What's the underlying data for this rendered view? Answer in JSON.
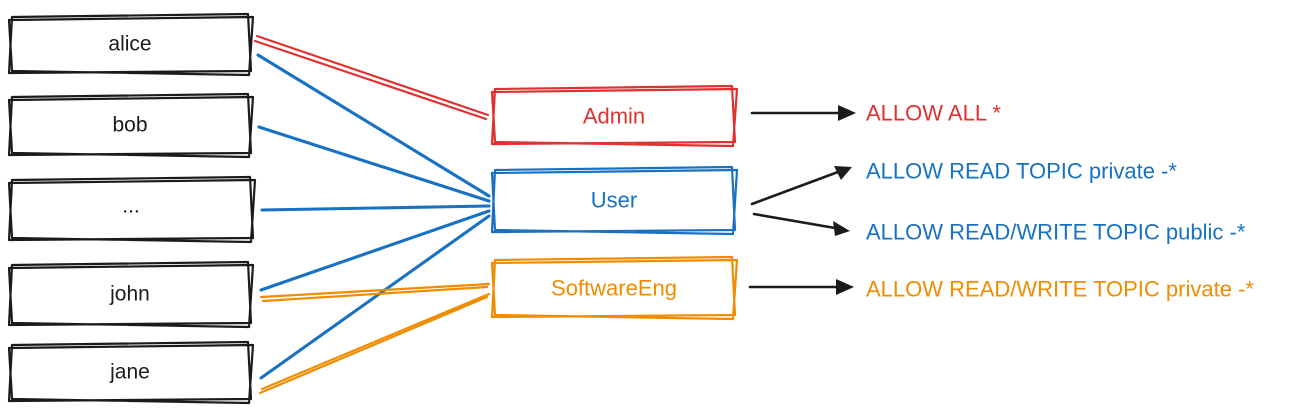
{
  "colors": {
    "ink": "#1b1b1b",
    "red": "#e03131",
    "blue": "#1971c2",
    "orange": "#f08c00",
    "background": "#ffffff"
  },
  "users": [
    {
      "label": "alice"
    },
    {
      "label": "bob"
    },
    {
      "label": "..."
    },
    {
      "label": "john"
    },
    {
      "label": "jane"
    }
  ],
  "roles": [
    {
      "label": "Admin",
      "color": "#e03131"
    },
    {
      "label": "User",
      "color": "#1971c2"
    },
    {
      "label": "SoftwareEng",
      "color": "#f08c00"
    }
  ],
  "permissions": [
    {
      "label": "ALLOW ALL *",
      "color": "#e03131"
    },
    {
      "label": "ALLOW READ TOPIC private -*",
      "color": "#1971c2"
    },
    {
      "label": "ALLOW READ/WRITE TOPIC public -*",
      "color": "#1971c2"
    },
    {
      "label": "ALLOW READ/WRITE TOPIC private -*",
      "color": "#f08c00"
    }
  ],
  "mappings": {
    "user_roles": [
      {
        "user": "alice",
        "role": "Admin"
      },
      {
        "user": "alice",
        "role": "User"
      },
      {
        "user": "bob",
        "role": "User"
      },
      {
        "user": "...",
        "role": "User"
      },
      {
        "user": "john",
        "role": "User"
      },
      {
        "user": "john",
        "role": "SoftwareEng"
      },
      {
        "user": "jane",
        "role": "User"
      },
      {
        "user": "jane",
        "role": "SoftwareEng"
      }
    ],
    "role_permissions": [
      {
        "role": "Admin",
        "permission": "ALLOW ALL *"
      },
      {
        "role": "User",
        "permission": "ALLOW READ TOPIC private -*"
      },
      {
        "role": "User",
        "permission": "ALLOW READ/WRITE TOPIC public -*"
      },
      {
        "role": "SoftwareEng",
        "permission": "ALLOW READ/WRITE TOPIC private -*"
      }
    ]
  }
}
